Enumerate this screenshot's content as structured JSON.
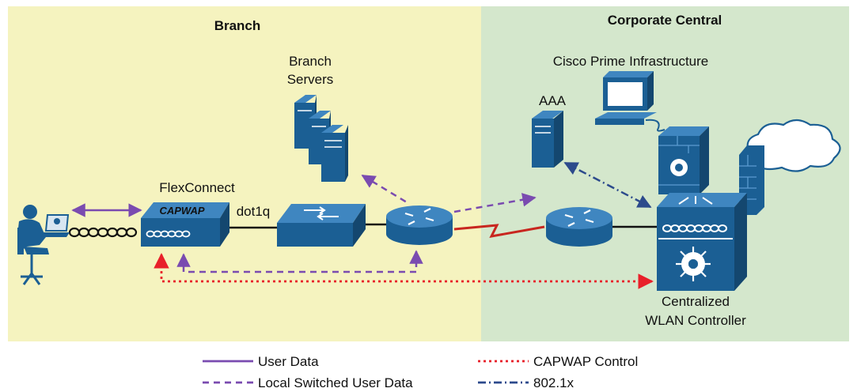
{
  "zones": {
    "branch": {
      "title": "Branch",
      "color": "#f5f3bf"
    },
    "corporate": {
      "title": "Corporate Central",
      "color": "#d4e7cc"
    }
  },
  "devices": {
    "branch_servers": {
      "line1": "Branch",
      "line2": "Servers",
      "icon": "server-stack-icon"
    },
    "cisco_prime": {
      "label": "Cisco Prime Infrastructure",
      "icon": "workstation-icon"
    },
    "aaa": {
      "label": "AAA",
      "icon": "server-icon"
    },
    "flexconnect": {
      "label": "FlexConnect",
      "badge": "CAPWAP",
      "icon": "access-point-icon"
    },
    "dot1q": {
      "label": "dot1q"
    },
    "wlc": {
      "line1": "Centralized",
      "line2": "WLAN Controller",
      "icon": "wlan-controller-icon"
    },
    "user": {
      "icon": "laptop-user-icon"
    },
    "switch": {
      "icon": "switch-icon"
    },
    "branch_router": {
      "icon": "router-icon"
    },
    "central_router": {
      "icon": "router-icon"
    },
    "firewall": {
      "icon": "firewall-icon"
    },
    "internet": {
      "icon": "cloud-icon"
    }
  },
  "colors": {
    "device_blue": "#1b5f94",
    "user_data": "#7a4bb0",
    "local_switched": "#7a4bb0",
    "capwap_control": "#e8202a",
    "dot1x": "#2c4a8c",
    "wan_link": "#c8261f"
  },
  "legend": [
    {
      "label": "User Data",
      "style": "solid",
      "color": "#7a4bb0"
    },
    {
      "label": "Local Switched User Data",
      "style": "dashed",
      "color": "#7a4bb0"
    },
    {
      "label": "CAPWAP Control",
      "style": "dotted",
      "color": "#e8202a"
    },
    {
      "label": "802.1x",
      "style": "dashdot",
      "color": "#2c4a8c"
    }
  ]
}
